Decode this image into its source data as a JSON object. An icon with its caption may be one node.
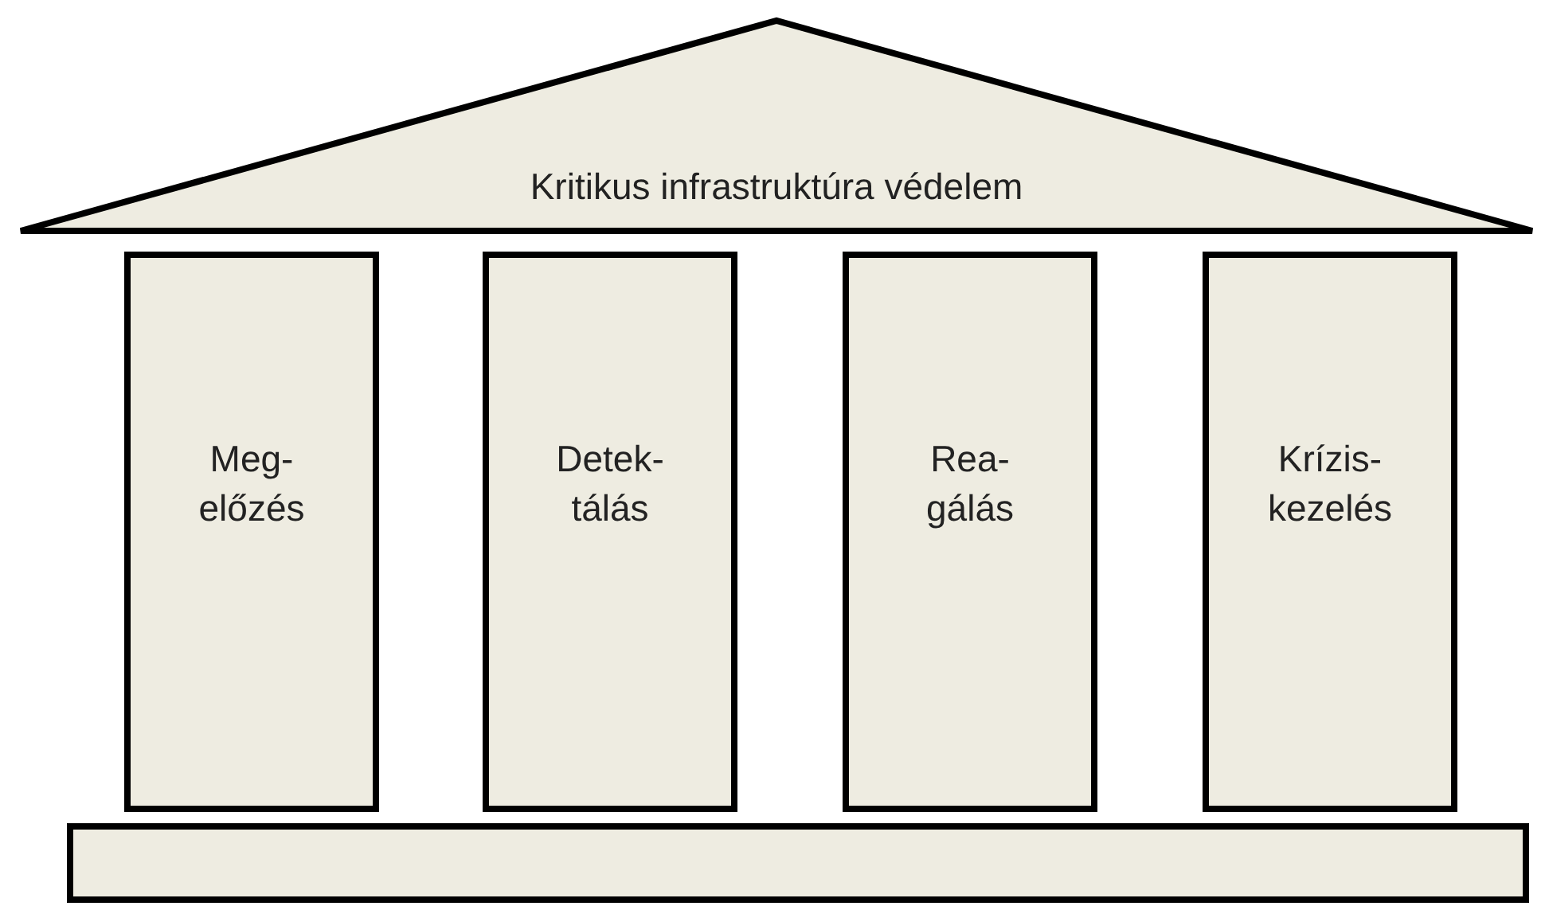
{
  "diagram": {
    "nodes": [
      {
        "text": [
          "Kritikus infrastruktúra védelem"
        ]
      },
      {
        "text": [
          "Meg- előzés"
        ]
      },
      {
        "text": [
          "Detek- tálás"
        ]
      },
      {
        "text": [
          "Rea- gálás"
        ]
      },
      {
        "text": [
          "Krízis- kezelés"
        ]
      },
      {
        "text": [],
        "shape": "bar"
      }
    ],
    "edges": []
  }
}
